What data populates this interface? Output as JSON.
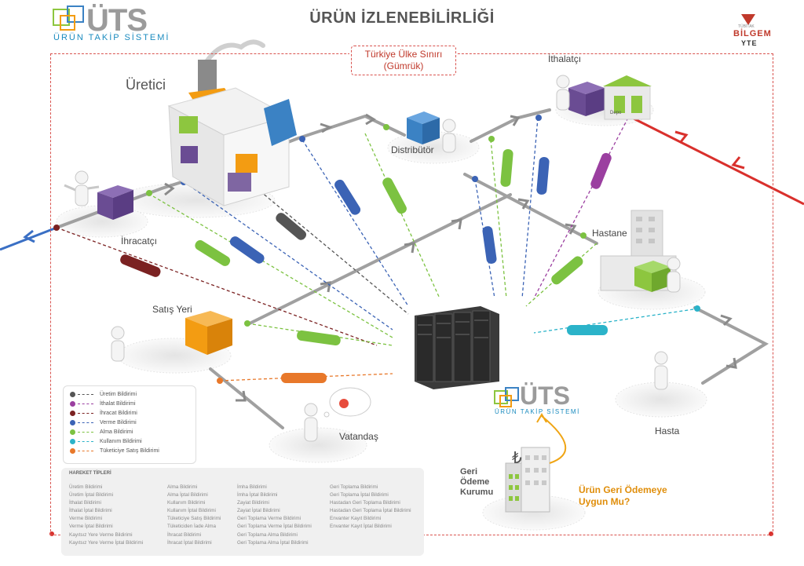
{
  "header": {
    "title": "ÜRÜN İZLENEBİLİRLİĞİ",
    "logo_text": "ÜTS",
    "logo_subtitle": "ÜRÜN TAKİP SİSTEMİ",
    "org_logo_top": "TÜBİTAK",
    "org_logo_name": "BİLGEM",
    "org_logo_sub": "YTE"
  },
  "border_label": "Türkiye Ülke Sınırı\n(Gümrük)",
  "nodes": {
    "producer": "Üretici",
    "importer": "İthalatçı",
    "distributor": "Distribütör",
    "exporter": "İhracatçı",
    "hospital": "Hastane",
    "point_of_sale": "Satış Yeri",
    "citizen": "Vatandaş",
    "patient": "Hasta",
    "depot": "Depo"
  },
  "center_logo": {
    "text": "ÜTS",
    "subtitle": "ÜRÜN TAKİP SİSTEMİ"
  },
  "refund": {
    "org": [
      "Geri",
      "Ödeme",
      "Kurumu"
    ],
    "question": [
      "Ürün Geri Ödemeye",
      "Uygun Mu?"
    ]
  },
  "legend": [
    {
      "label": "Üretim Bildirimi",
      "color": "#555555"
    },
    {
      "label": "İthalat Bildirimi",
      "color": "#9b3fa0"
    },
    {
      "label": "İhracat Bildirimi",
      "color": "#7b2222"
    },
    {
      "label": "Verme Bildirimi",
      "color": "#3b63b5"
    },
    {
      "label": "Alma Bildirimi",
      "color": "#7cc241"
    },
    {
      "label": "Kullanım Bildirimi",
      "color": "#2bb3c9"
    },
    {
      "label": "Tüketiciye Satış Bildirimi",
      "color": "#e8782a"
    }
  ],
  "movements": {
    "title": "HAREKET TİPLERİ",
    "columns": [
      [
        "Üretim Bildirimi",
        "Üretim İptal Bildirimi",
        "İthalat Bildirimi",
        "İthalat İptal Bildirimi",
        "Verme Bildirimi",
        "Verme İptal Bildirimi",
        "Kayıtsız Yere Verme Bildirimi",
        "Kayıtsız Yere Verme İptal Bildirimi"
      ],
      [
        "Alma Bildirimi",
        "Alma İptal Bildirimi",
        "Kullanım Bildirimi",
        "Kullanım İptal Bildirimi",
        "Tüketiciye Satış Bildirimi",
        "Tüketiciden İade Alma",
        "İhracat Bildirimi",
        "İhracat İptal Bildirimi"
      ],
      [
        "İmha Bildirimi",
        "İmha İptal Bildirimi",
        "Zayiat Bildirimi",
        "Zayiat İptal Bildirimi",
        "Geri Toplama Verme Bildirimi",
        "Geri Toplama Verme İptal Bildirimi",
        "Geri Toplama Alma Bildirimi",
        "Geri Toplama Alma İptal Bildirimi"
      ],
      [
        "Geri Toplama Bildirimi",
        "Geri Toplama İptal Bildirimi",
        "Hastadan Geri Toplama Bildirimi",
        "Hastadan Geri Toplama İptal Bildirimi",
        "Envanter Kayıt Bildirimi",
        "Envanter Kayıt İptal Bildirimi"
      ]
    ]
  },
  "colors": {
    "flow": "#999999",
    "border": "#d9534f",
    "import_arrow": "#d9302c",
    "export_arrow": "#3a6fc4",
    "refund_arrow": "#f0a515"
  }
}
